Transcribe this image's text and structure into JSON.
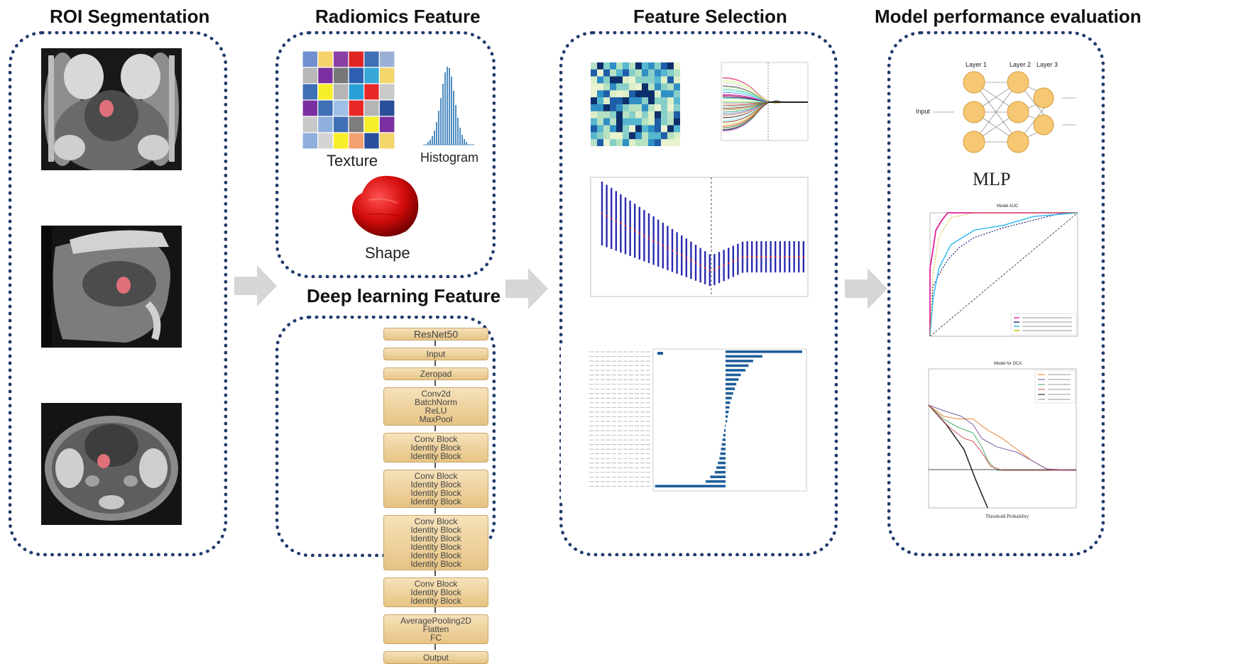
{
  "titles": {
    "roi": "ROI Segmentation",
    "radiomics": "Radiomics Feature",
    "deep": "Deep learning  Feature",
    "selection": "Feature Selection",
    "model": "Model performance evaluation"
  },
  "radiomics": {
    "texture_label": "Texture",
    "histogram_label": "Histogram",
    "shape_label": "Shape",
    "texture_grid": [
      [
        "#6f8fcf",
        "#f6d36a",
        "#8a3fa6",
        "#e02424",
        "#3f6fb5",
        "#9ab0d6"
      ],
      [
        "#b8b8b8",
        "#7a2fa0",
        "#777777",
        "#2f5fb0",
        "#36a7d6",
        "#f2d66a"
      ],
      [
        "#3f6fb5",
        "#f7ee2a",
        "#b5b5b5",
        "#27a0d8",
        "#e82828",
        "#c9c9c9"
      ],
      [
        "#7a2fa0",
        "#3f6fb5",
        "#9fc0e6",
        "#e82828",
        "#b5b5b5",
        "#2a4f9a"
      ],
      [
        "#c9c9c9",
        "#8fb0dc",
        "#3f6fb5",
        "#7d7d7d",
        "#f7ee2a",
        "#7a2fa0"
      ],
      [
        "#8fb0dc",
        "#d4d4d4",
        "#f7ee2a",
        "#f3a070",
        "#2a4f9a",
        "#f2d66a"
      ]
    ]
  },
  "resnet": {
    "blocks": [
      [
        "ResNet50"
      ],
      [
        "Input"
      ],
      [
        "Zeropad"
      ],
      [
        "Conv2d",
        "BatchNorm",
        "ReLU",
        "MaxPool"
      ],
      [
        "Conv Block",
        "Identity Block",
        "Identity Block"
      ],
      [
        "Conv Block",
        "Identity Block",
        "Identity Block",
        "Identity Block"
      ],
      [
        "Conv Block",
        "Identity Block",
        "Identity Block",
        "Identity Block",
        "Identity Block",
        "Identity Block"
      ],
      [
        "Conv Block",
        "Identity Block",
        "Identity Block"
      ],
      [
        "AveragePooling2D",
        "Flatten",
        "FC"
      ],
      [
        "Output"
      ]
    ]
  },
  "mlp": {
    "label": "MLP",
    "input_label": "Input",
    "layers": [
      "Layer 1",
      "Layer 2",
      "Layer 3"
    ]
  },
  "plots": {
    "roc_title": "Model AUC",
    "dca_title": "Model for DCA",
    "dca_xlabel": "Threshold Probability"
  }
}
